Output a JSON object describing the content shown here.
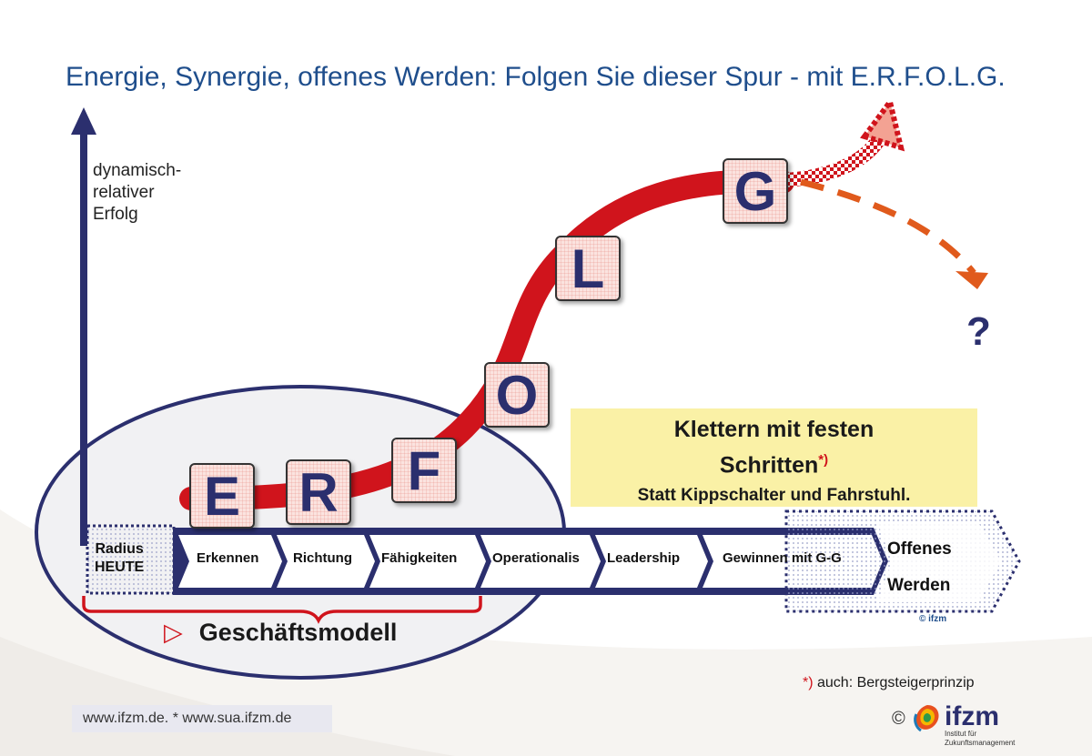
{
  "title": "Energie, Synergie, offenes Werden: Folgen Sie dieser Spur - mit E.R.F.O.L.G.",
  "y_axis_label": [
    "dynamisch-",
    "relativer",
    "Erfolg"
  ],
  "letters": [
    "E",
    "R",
    "F",
    "O",
    "L",
    "G"
  ],
  "question_mark": "?",
  "highlight_box": {
    "line1": "Klettern mit festen",
    "line2": "Schritten",
    "line2_mark": "*)",
    "line3": "Statt Kippschalter und Fahrstuhl."
  },
  "process": {
    "start_line1": "Radius",
    "start_line2": "HEUTE",
    "steps": [
      "Erkennen",
      "Richtung",
      "Fähigkeiten",
      "Operationalis",
      "Leadership",
      "Gewinnen mit G-G"
    ],
    "end_line1": "Offenes",
    "end_line2": "Werden",
    "small_copyright": "© ifzm"
  },
  "bracket_label": "Geschäftsmodell",
  "bracket_symbol": "▷",
  "footnote_mark": "*)",
  "footnote_text": " auch: Bergsteigerprinzip",
  "url_text": "www.ifzm.de. * www.sua.ifzm.de",
  "logo": {
    "copyright": "©",
    "name": "ifzm",
    "subtitle_line1": "Institut für",
    "subtitle_line2": "Zukunftsmanagement"
  },
  "colors": {
    "navy": "#2b2f6e",
    "title_blue": "#1f4e8c",
    "curve_red": "#d0141c",
    "tile_pink": "#fbe3df",
    "box_yellow": "#faf1a6"
  }
}
